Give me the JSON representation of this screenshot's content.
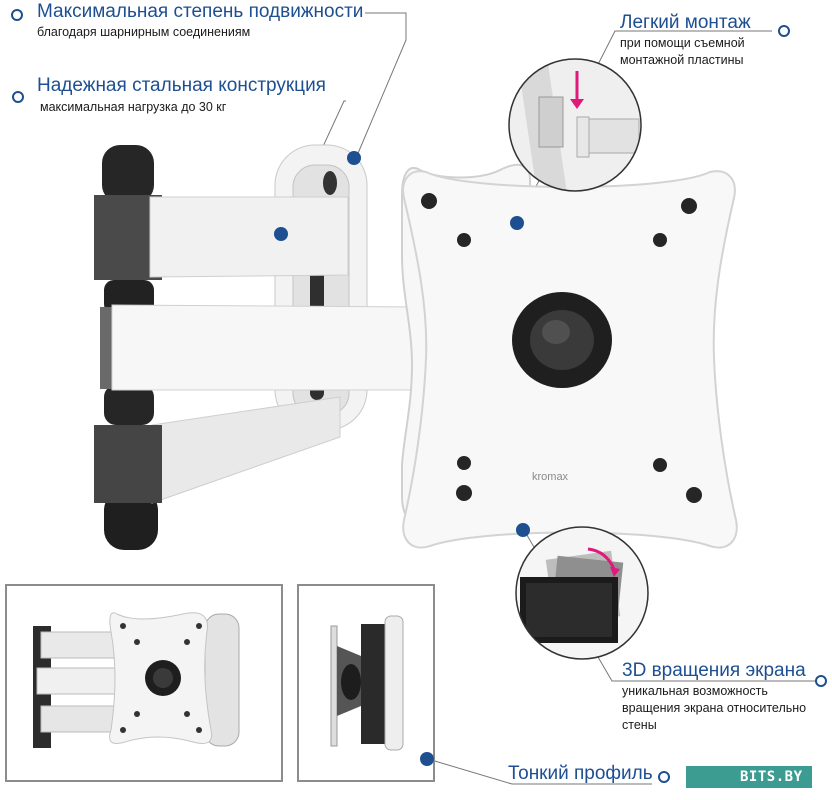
{
  "features": {
    "mobility": {
      "title": "Максимальная степень подвижности",
      "subtitle": "благодаря шарнирным соединениям"
    },
    "steel": {
      "title": "Надежная стальная конструкция",
      "subtitle": "максимальная нагрузка до 30 кг"
    },
    "mount": {
      "title": "Легкий монтаж",
      "subtitle_line1": "при помощи съемной",
      "subtitle_line2": "монтажной пластины"
    },
    "rotation": {
      "title": "3D вращения экрана",
      "subtitle_line1": "уникальная возможность",
      "subtitle_line2": "вращения экрана относительно",
      "subtitle_line3": "стены"
    },
    "profile": {
      "title": "Тонкий профиль"
    }
  },
  "product": {
    "brand_logo": "kromax"
  },
  "watermark": {
    "text": "BITS.BY"
  },
  "colors": {
    "accent": "#1d4f91",
    "arrow": "#e0197b",
    "watermark_bg": "#3c9c91"
  }
}
